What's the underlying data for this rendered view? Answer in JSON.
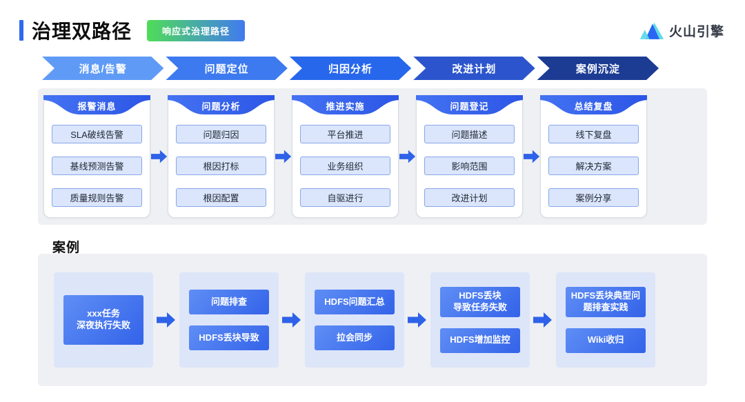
{
  "header": {
    "title": "治理双路径",
    "badge": "响应式治理路径",
    "logo_text": "火山引擎"
  },
  "flow_steps": [
    {
      "label": "消息/告警",
      "color": "#5f9bf6"
    },
    {
      "label": "问题定位",
      "color": "#3d7af0"
    },
    {
      "label": "归因分析",
      "color": "#2767ec"
    },
    {
      "label": "改进计划",
      "color": "#2c55cd"
    },
    {
      "label": "案例沉淀",
      "color": "#1c3c94"
    }
  ],
  "path_cards": [
    {
      "title": "报警消息",
      "items": [
        "SLA破线告警",
        "基线预测告警",
        "质量规则告警"
      ]
    },
    {
      "title": "问题分析",
      "items": [
        "问题归因",
        "根因打标",
        "根因配置"
      ]
    },
    {
      "title": "推进实施",
      "items": [
        "平台推进",
        "业务组织",
        "自驱进行"
      ]
    },
    {
      "title": "问题登记",
      "items": [
        "问题描述",
        "影响范围",
        "改进计划"
      ]
    },
    {
      "title": "总结复盘",
      "items": [
        "线下复盘",
        "解决方案",
        "案例分享"
      ]
    }
  ],
  "case_section": {
    "label": "案例",
    "groups": [
      {
        "items": [
          "xxx任务\n深夜执行失败"
        ]
      },
      {
        "items": [
          "问题排查",
          "HDFS丢块导致"
        ]
      },
      {
        "items": [
          "HDFS问题汇总",
          "拉会同步"
        ]
      },
      {
        "items": [
          "HDFS丢块\n导致任务失败",
          "HDFS增加监控"
        ]
      },
      {
        "items": [
          "HDFS丢块典型问\n题排查实践",
          "Wiki收归"
        ]
      }
    ]
  },
  "colors": {
    "accent_blue": "#2e62e8",
    "ribbon_blue_gradient": [
      "#4473f2",
      "#2c55e6"
    ],
    "badge_gradient": [
      "#4fdd58",
      "#417af0"
    ],
    "panel_bg": "#eef0f3",
    "item_box_bg": "#dbe5fb",
    "item_box_border": "#88a6ea",
    "group_bg": "#dde5f9",
    "case_box_gradient": [
      "#5f8ef5",
      "#3363e9"
    ],
    "logo_cyan": "#5fd9e9",
    "logo_blue": "#2a66f4"
  }
}
